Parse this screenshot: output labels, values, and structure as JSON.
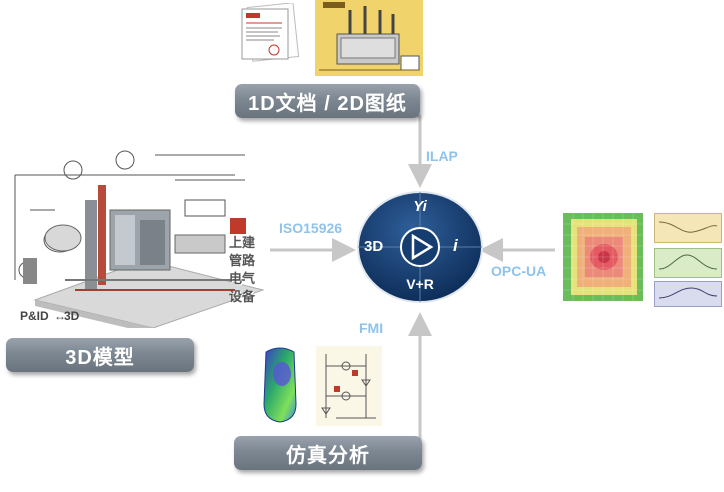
{
  "labels": {
    "docs": "1D文档 / 2D图纸",
    "model3d": "3D模型",
    "simulation": "仿真分析"
  },
  "protocols": {
    "top": "ILAP",
    "left": "ISO15926",
    "bottom": "FMI",
    "right": "OPC-UA"
  },
  "hub": {
    "top": "Yi",
    "left": "3D",
    "right": "i",
    "bottom": "V+R"
  },
  "plant": {
    "side_labels": [
      "上建",
      "管路",
      "电气",
      "设备"
    ],
    "caption_pid": "P&ID",
    "caption_3d": "3D"
  },
  "colors": {
    "hub_dark": "#0b2a55",
    "hub_light": "#2f5f9a",
    "arrow": "#c7c7c7",
    "protocol_text": "#8fc3ea",
    "button_grey": "#7d8791"
  }
}
